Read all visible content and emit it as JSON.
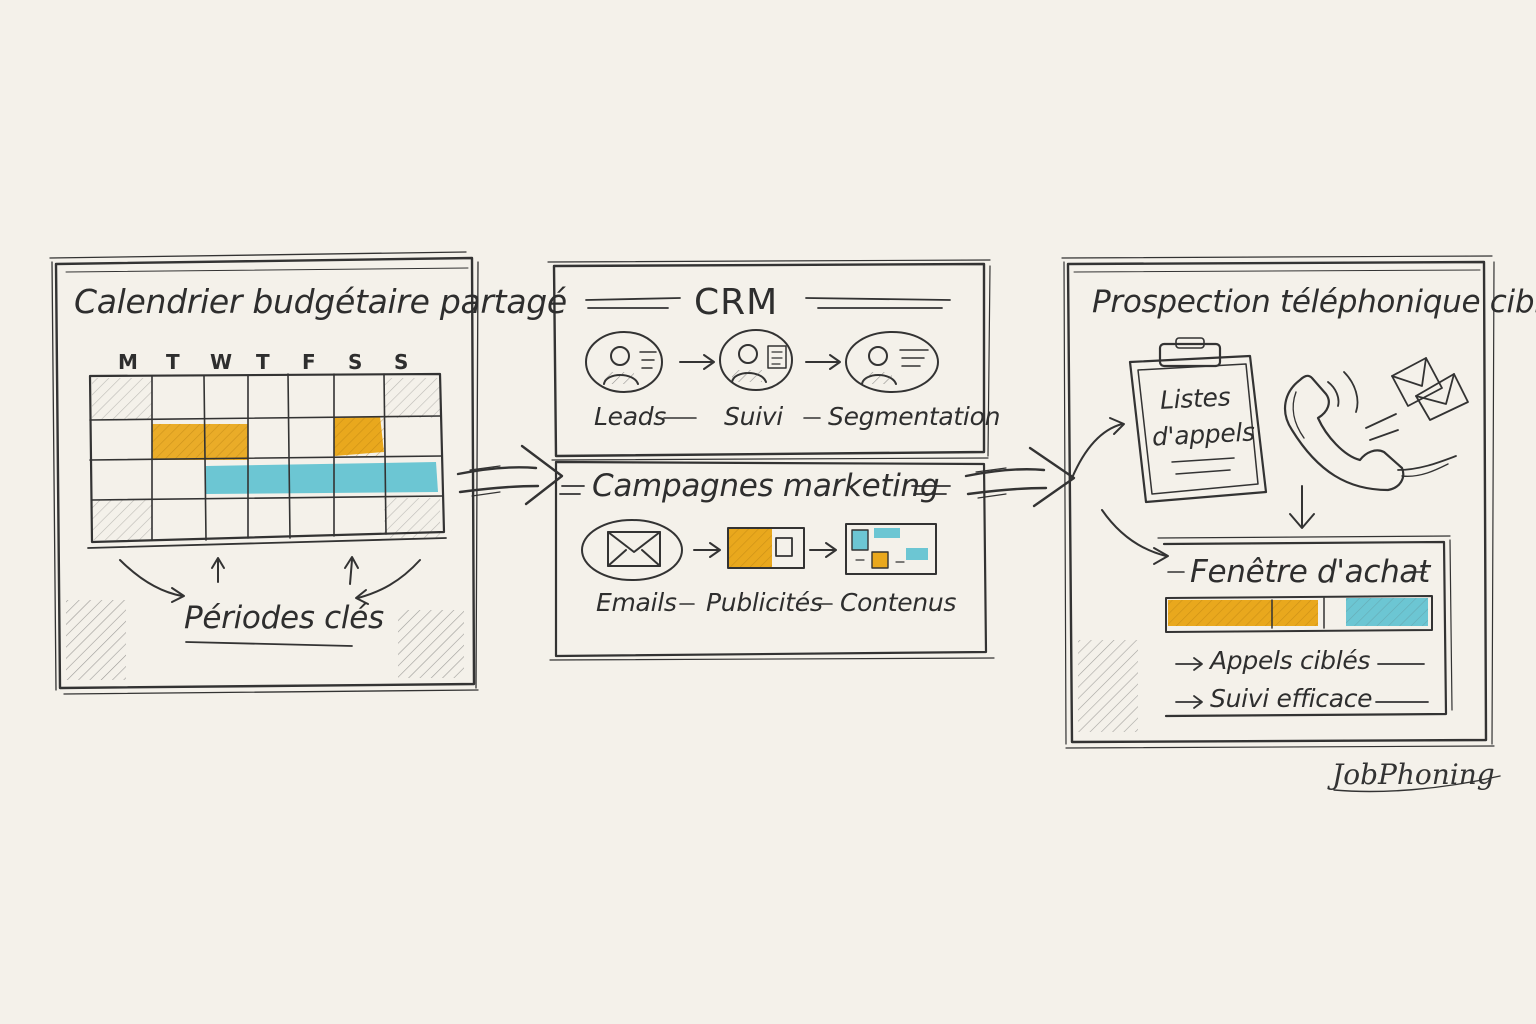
{
  "colors": {
    "ink": "#333333",
    "paper": "#f4f1ea",
    "yellow": "#e9a81d",
    "cyan": "#6cc6d3"
  },
  "panels": {
    "calendar": {
      "title": "Calendrier budgétaire partagé",
      "days": [
        "M",
        "T",
        "W",
        "T",
        "F",
        "S",
        "S"
      ],
      "caption": "Périodes clés"
    },
    "crm": {
      "title": "CRM",
      "steps": [
        "Leads",
        "Suivi",
        "Segmentation"
      ],
      "campaigns_title": "Campagnes marketing",
      "campaign_steps": [
        "Emails",
        "Publicités",
        "Contenus"
      ]
    },
    "prospection": {
      "title": "Prospection téléphonique ciblée",
      "clipboard_line1": "Listes",
      "clipboard_line2": "d'appels",
      "window_title": "Fenêtre d'achat",
      "results": [
        "Appels ciblés",
        "Suivi efficace"
      ]
    }
  },
  "brand": "JobPhoning"
}
